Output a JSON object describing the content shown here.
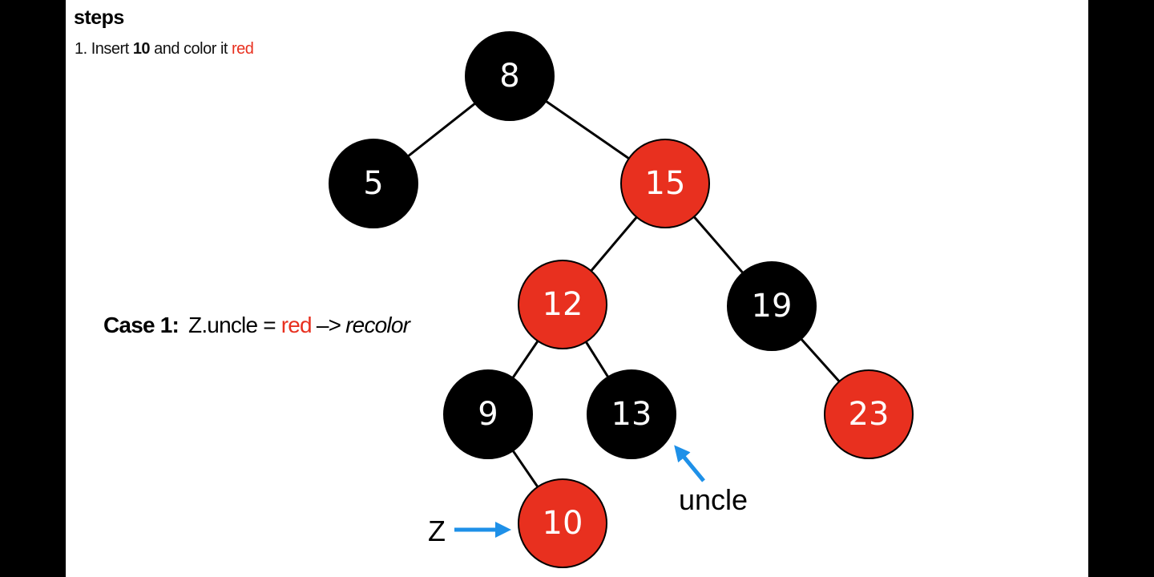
{
  "steps": {
    "title": "steps",
    "step1_prefix": "1. Insert ",
    "step1_value": "10",
    "step1_middle": " and color it ",
    "step1_color_word": "red"
  },
  "case_note": {
    "label": "Case 1:",
    "condition": "Z.uncle = ",
    "color_word": "red",
    "arrow": "–>",
    "action": "recolor"
  },
  "colors": {
    "red": "#e8301f",
    "black": "#000000",
    "arrow_blue": "#1e90e8"
  },
  "tree": {
    "nodes": [
      {
        "id": "n8",
        "value": "8",
        "color": "black"
      },
      {
        "id": "n5",
        "value": "5",
        "color": "black"
      },
      {
        "id": "n15",
        "value": "15",
        "color": "red"
      },
      {
        "id": "n12",
        "value": "12",
        "color": "red"
      },
      {
        "id": "n19",
        "value": "19",
        "color": "black"
      },
      {
        "id": "n9",
        "value": "9",
        "color": "black"
      },
      {
        "id": "n13",
        "value": "13",
        "color": "black"
      },
      {
        "id": "n23",
        "value": "23",
        "color": "red"
      },
      {
        "id": "n10",
        "value": "10",
        "color": "red"
      }
    ],
    "edges": [
      [
        "n8",
        "n5"
      ],
      [
        "n8",
        "n15"
      ],
      [
        "n15",
        "n12"
      ],
      [
        "n15",
        "n19"
      ],
      [
        "n12",
        "n9"
      ],
      [
        "n12",
        "n13"
      ],
      [
        "n19",
        "n23"
      ],
      [
        "n9",
        "n10"
      ]
    ]
  },
  "annotations": {
    "z_label": "Z",
    "uncle_label": "uncle"
  }
}
